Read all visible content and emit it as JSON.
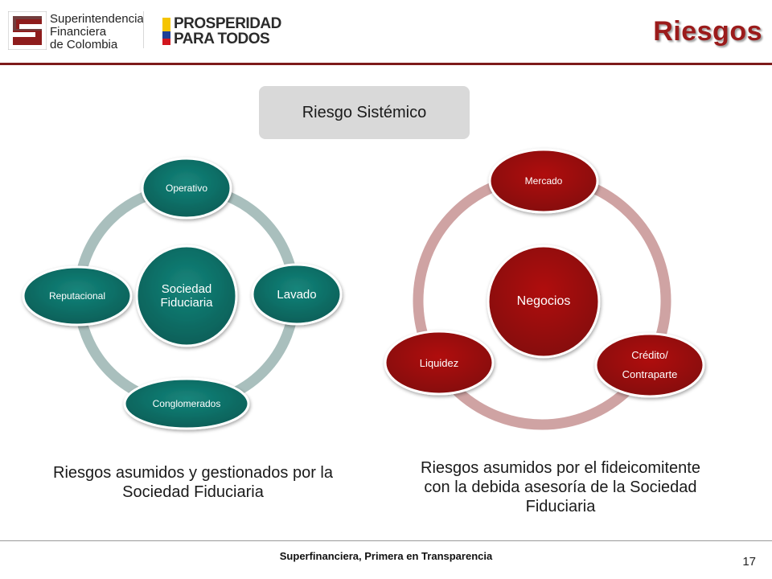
{
  "header": {
    "logo_sfc": {
      "line1": "Superintendencia",
      "line2": "Financiera",
      "line3": "de Colombia"
    },
    "logo_prosperidad": {
      "line1": "PROSPERIDAD",
      "line2": "PARA TODOS"
    },
    "title": "Riesgos"
  },
  "systemic_box": {
    "label": "Riesgo Sistémico"
  },
  "left_cycle": {
    "center": "Sociedad Fiduciaria",
    "nodes": [
      "Operativo",
      "Lavado",
      "Conglomerados",
      "Reputacional"
    ],
    "caption": "Riesgos asumidos y gestionados por la Sociedad  Fiduciaria"
  },
  "right_cycle": {
    "center": "Negocios",
    "nodes": [
      "Mercado",
      "Crédito/ Contraparte",
      "Liquidez"
    ],
    "caption": "Riesgos asumidos  por el fideicomitente  con la debida asesoría de la Sociedad  Fiduciaria"
  },
  "footer": {
    "text": "Superfinanciera, Primera en Transparencia",
    "page": "17"
  },
  "colors": {
    "title_red": "#9b1b1b",
    "teal_node": "#0f7068",
    "teal_ring": "#a9bfbd",
    "red_node": "#9c0b0b",
    "red_ring": "#cfa3a3",
    "systemic_box": "#d9d9d9"
  }
}
